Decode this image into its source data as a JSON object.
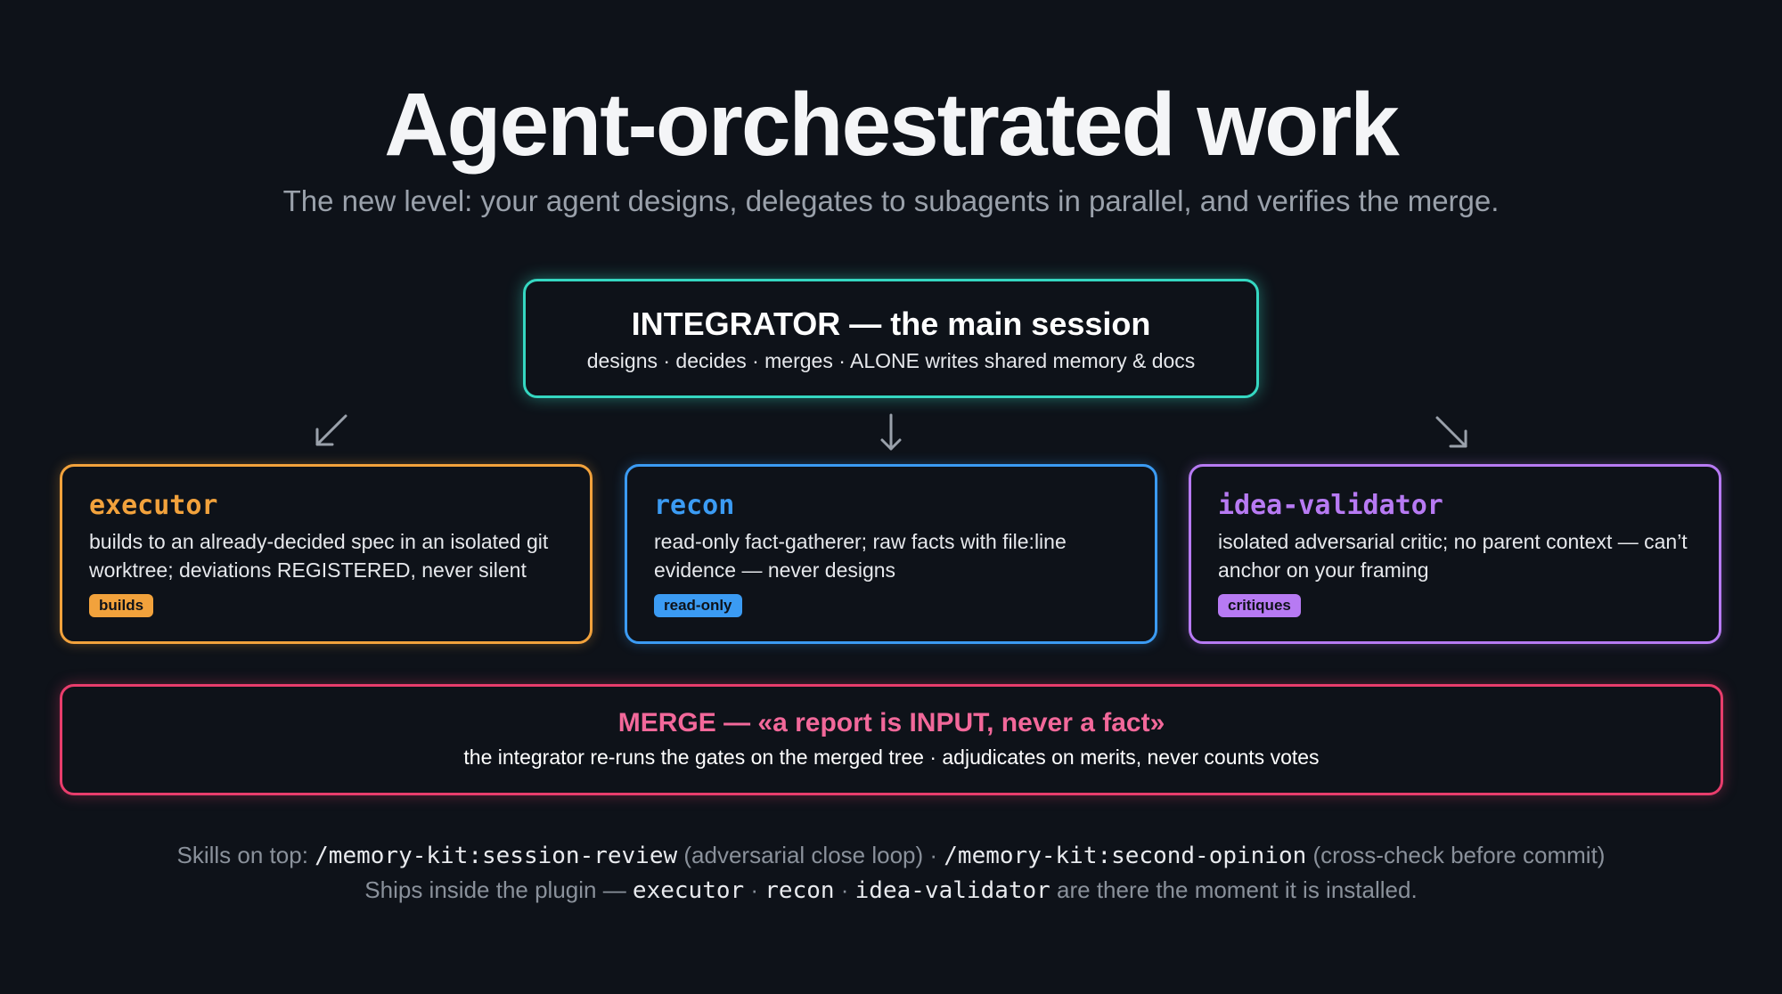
{
  "title": "Agent-orchestrated work",
  "subtitle": "The new level: your agent designs, delegates to subagents in parallel, and verifies the merge.",
  "integrator": {
    "title": "INTEGRATOR — the main session",
    "description": "designs · decides · merges · ALONE writes shared memory & docs",
    "color": "#35d7c1"
  },
  "agents": [
    {
      "name": "executor",
      "description": "builds to an already-decided spec in an isolated git worktree; deviations REGISTERED, never silent",
      "tag": "builds",
      "color": "#f2a23c"
    },
    {
      "name": "recon",
      "description": "read-only fact-gatherer; raw facts with file:line evidence — never designs",
      "tag": "read-only",
      "color": "#3b9bf3"
    },
    {
      "name": "idea-validator",
      "description": "isolated adversarial critic; no parent context — can’t anchor on your framing",
      "tag": "critiques",
      "color": "#b77af3"
    }
  ],
  "merge": {
    "title": "MERGE — «a report is INPUT, never a fact»",
    "description": "the integrator re-runs the gates on the merged tree · adjudicates on merits, never counts votes",
    "color": "#e83d6c"
  },
  "footer": {
    "line1": {
      "prefix": "Skills on top: ",
      "cmd1": "/memory-kit:session-review",
      "note1": " (adversarial close loop) · ",
      "cmd2": "/memory-kit:second-opinion",
      "note2": " (cross-check before commit)"
    },
    "line2": {
      "prefix": "Ships inside the plugin — ",
      "agent1": "executor",
      "sep1": " · ",
      "agent2": "recon",
      "sep2": " · ",
      "agent3": "idea-validator",
      "suffix": " are there the moment it is installed."
    }
  },
  "arrows": {
    "left": "arrow-down-left-icon",
    "center": "arrow-down-icon",
    "right": "arrow-down-right-icon",
    "color": "#9aa1ab"
  }
}
